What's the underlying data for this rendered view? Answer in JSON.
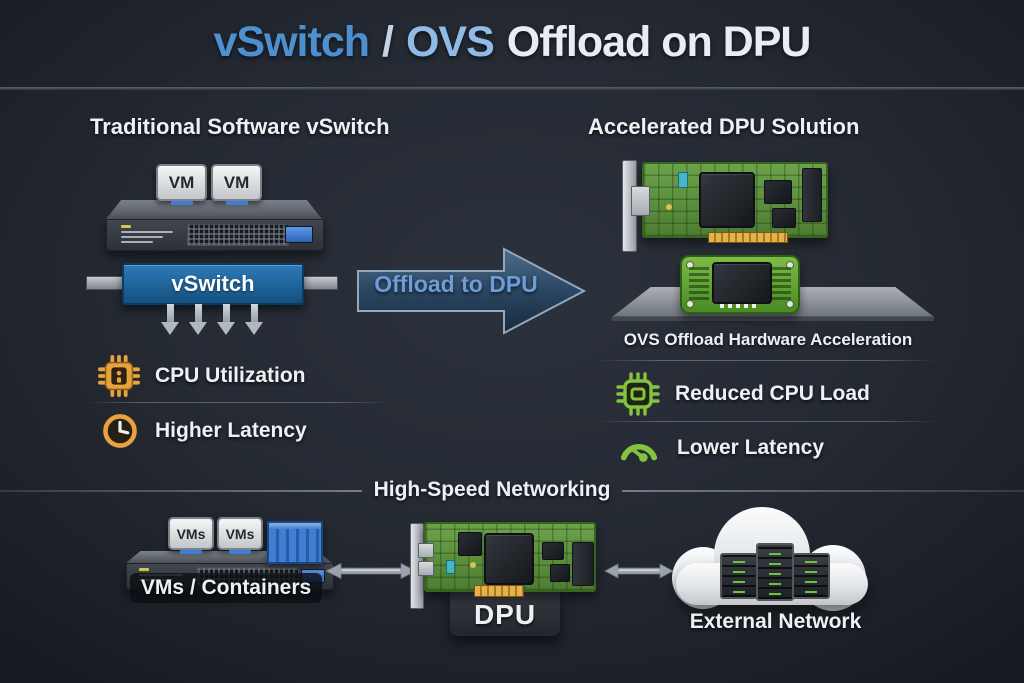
{
  "title": {
    "part1": "vSwitch",
    "separator": "/",
    "part2": "OVS",
    "part3": "Offload on DPU"
  },
  "left_panel": {
    "heading": "Traditional Software vSwitch",
    "vms": [
      "VM",
      "VM"
    ],
    "vswitch_label": "vSwitch",
    "features": [
      {
        "icon": "cpu-chip-icon",
        "label": "CPU Utilization"
      },
      {
        "icon": "clock-icon",
        "label": "Higher Latency"
      }
    ]
  },
  "offload_arrow": {
    "label": "Offload to DPU"
  },
  "right_panel": {
    "heading": "Accelerated DPU Solution",
    "caption": "OVS Offload Hardware Acceleration",
    "features": [
      {
        "icon": "cpu-chip-green-icon",
        "label": "Reduced CPU Load"
      },
      {
        "icon": "gauge-icon",
        "label": "Lower Latency"
      }
    ]
  },
  "bottom": {
    "heading": "High-Speed Networking",
    "vms": [
      "VMs",
      "VMs"
    ],
    "left_label": "VMs / Containers",
    "dpu_label": "DPU",
    "right_label": "External Network"
  },
  "colors": {
    "accent_blue": "#4e8fd0",
    "accent_blue_light": "#8fbbe6",
    "offload_text": "#6d9cd6",
    "orange": "#e8a33c",
    "green": "#85c23d",
    "vswitch_bar": "#1b5c94",
    "pcb_green": "#5e9140"
  }
}
